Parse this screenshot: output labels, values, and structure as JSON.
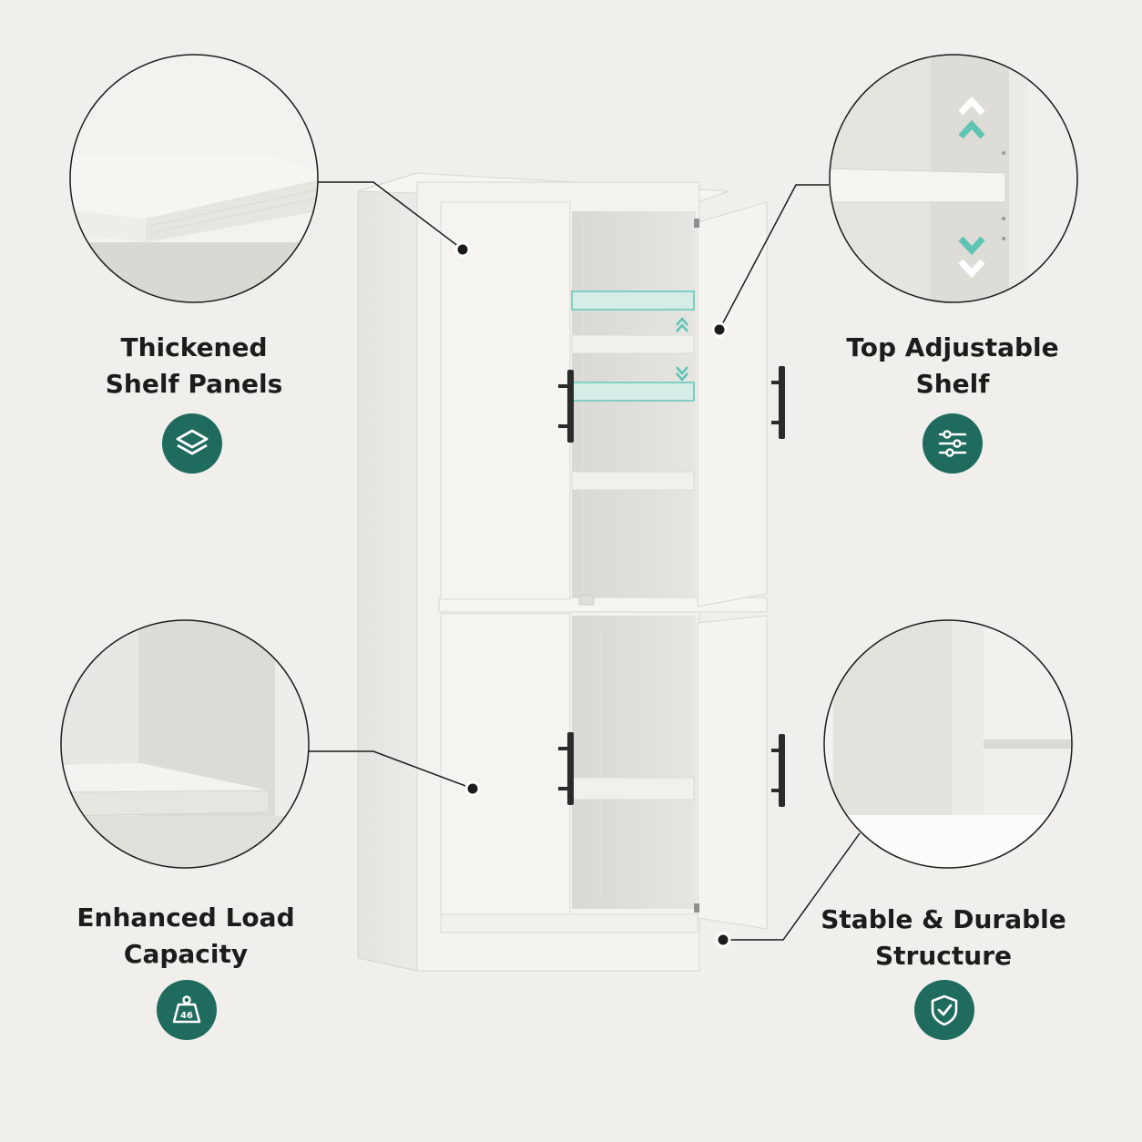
{
  "features": [
    {
      "id": "thickened",
      "lines": [
        "Thickened",
        "Shelf Panels"
      ],
      "icon": "layers-icon"
    },
    {
      "id": "adjustable",
      "lines": [
        "Top Adjustable",
        "Shelf"
      ],
      "icon": "sliders-icon"
    },
    {
      "id": "load",
      "lines": [
        "Enhanced Load",
        "Capacity"
      ],
      "icon": "weight-icon",
      "icon_text": "46"
    },
    {
      "id": "stable",
      "lines": [
        "Stable & Durable",
        "Structure"
      ],
      "icon": "shield-check-icon"
    }
  ],
  "colors": {
    "background": "#f0efec",
    "badge": "#1f6b5d",
    "accent_arrow": "#5fc4b3",
    "cabinet": "#f3f2ee",
    "handle": "#2b2b2b"
  }
}
